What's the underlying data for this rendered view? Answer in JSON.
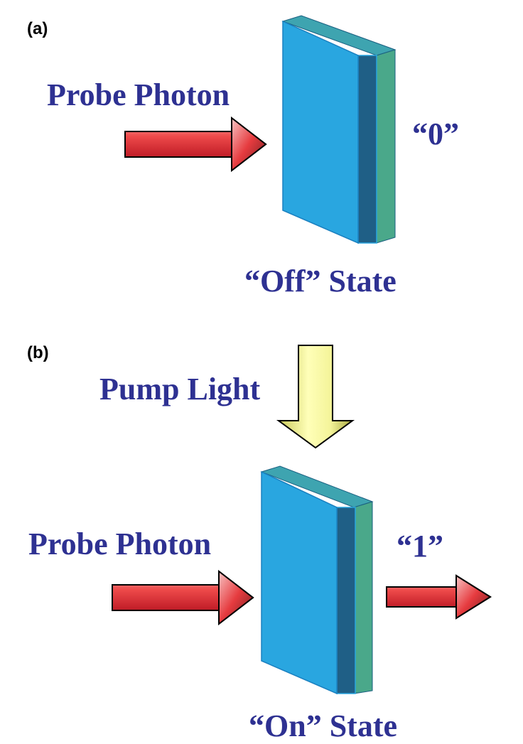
{
  "panel_a": {
    "label": "(a)",
    "probe_label": "Probe Photon",
    "output_label": "“0”",
    "state_label": "“Off” State"
  },
  "panel_b": {
    "label": "(b)",
    "pump_label": "Pump Light",
    "probe_label": "Probe Photon",
    "output_label": "“1”",
    "state_label": "“On” State"
  },
  "colors": {
    "text": "#2e3192",
    "slab_front": "#29a6e0",
    "slab_layer": "#1f5f86",
    "slab_back": "#4aa88a",
    "probe_arrow": "#e8333c",
    "pump_arrow": "#eeee88"
  }
}
